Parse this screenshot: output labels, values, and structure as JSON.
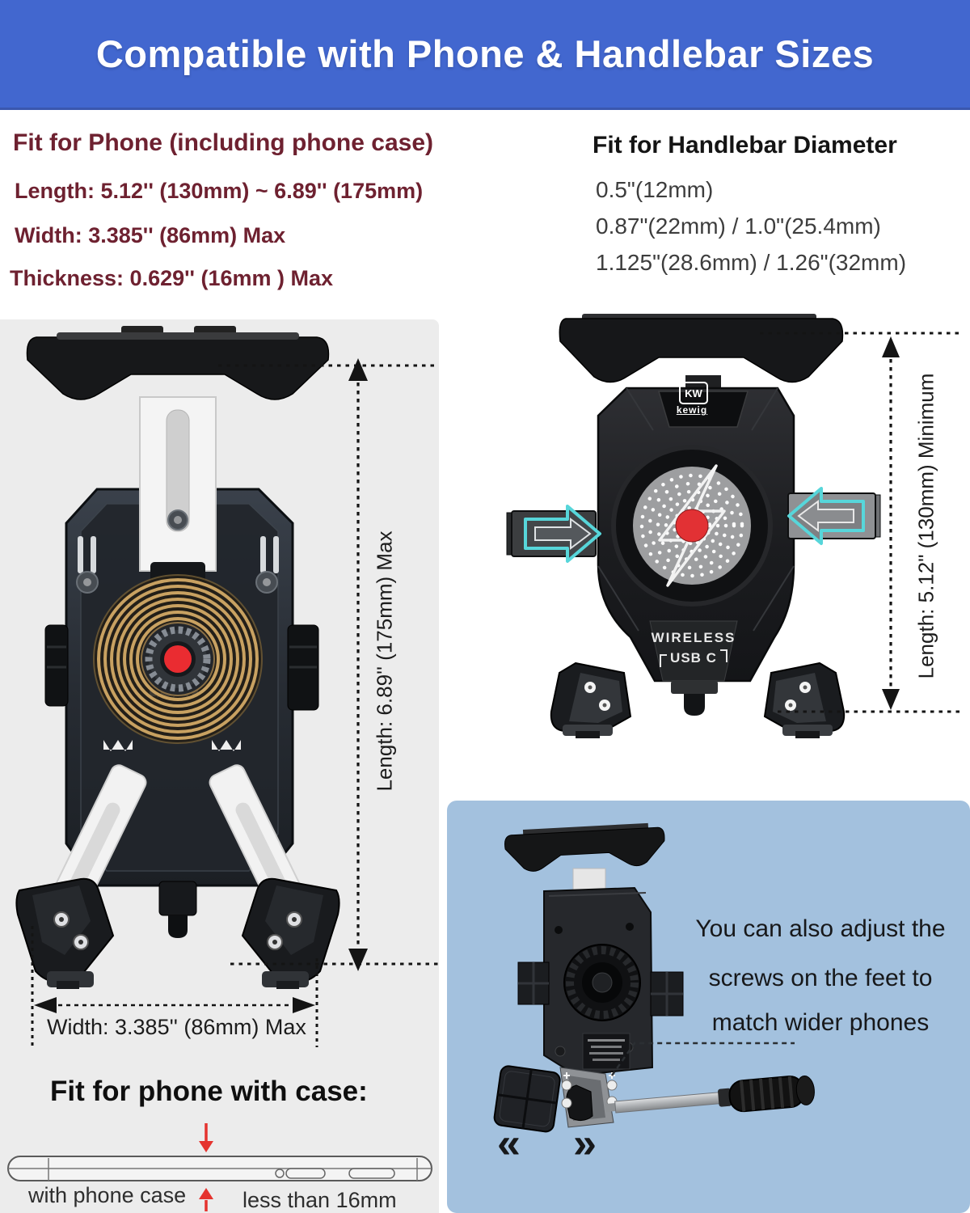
{
  "banner": {
    "title": "Compatible with Phone & Handlebar Sizes",
    "bg_color": "#4267cf"
  },
  "phone_fit": {
    "heading": "Fit for Phone (including phone case)",
    "lines": [
      "Length: 5.12'' (130mm) ~ 6.89'' (175mm)",
      "Width: 3.385'' (86mm) Max",
      "Thickness: 0.629'' (16mm ) Max"
    ]
  },
  "handlebar_fit": {
    "heading": "Fit for Handlebar Diameter",
    "lines": [
      "0.5\"(12mm)",
      "0.87\"(22mm) / 1.0\"(25.4mm)",
      "1.125\"(28.6mm) / 1.26\"(32mm)"
    ]
  },
  "back_view_figure": {
    "length_dimension": "Length: 6.89'' (175mm) Max",
    "width_dimension": "Width: 3.385'' (86mm) Max"
  },
  "front_view_figure": {
    "length_dimension": "Length: 5.12\" (130mm) Minimum",
    "brand_icon_text": "KW",
    "brand_name": "kewig",
    "wireless_label": "WIRELESS",
    "usb_label": "USB C"
  },
  "case_fit": {
    "heading": "Fit for phone with case:",
    "case_label": "with phone case",
    "thickness_label": "less than 16mm"
  },
  "adjust_note": {
    "line1": "You can also adjust the",
    "line2": "screws on the feet to",
    "line3": "match wider phones",
    "chevron_left": "«",
    "chevron_right": "»"
  },
  "colors": {
    "banner_blue": "#4267cf",
    "maroon_text": "#6e2130",
    "panel_gray": "#ececec",
    "panel_blue": "#a3c1de",
    "accent_teal": "#57d6da",
    "accent_red": "#e5332e",
    "coil_gold": "#c8a161"
  }
}
